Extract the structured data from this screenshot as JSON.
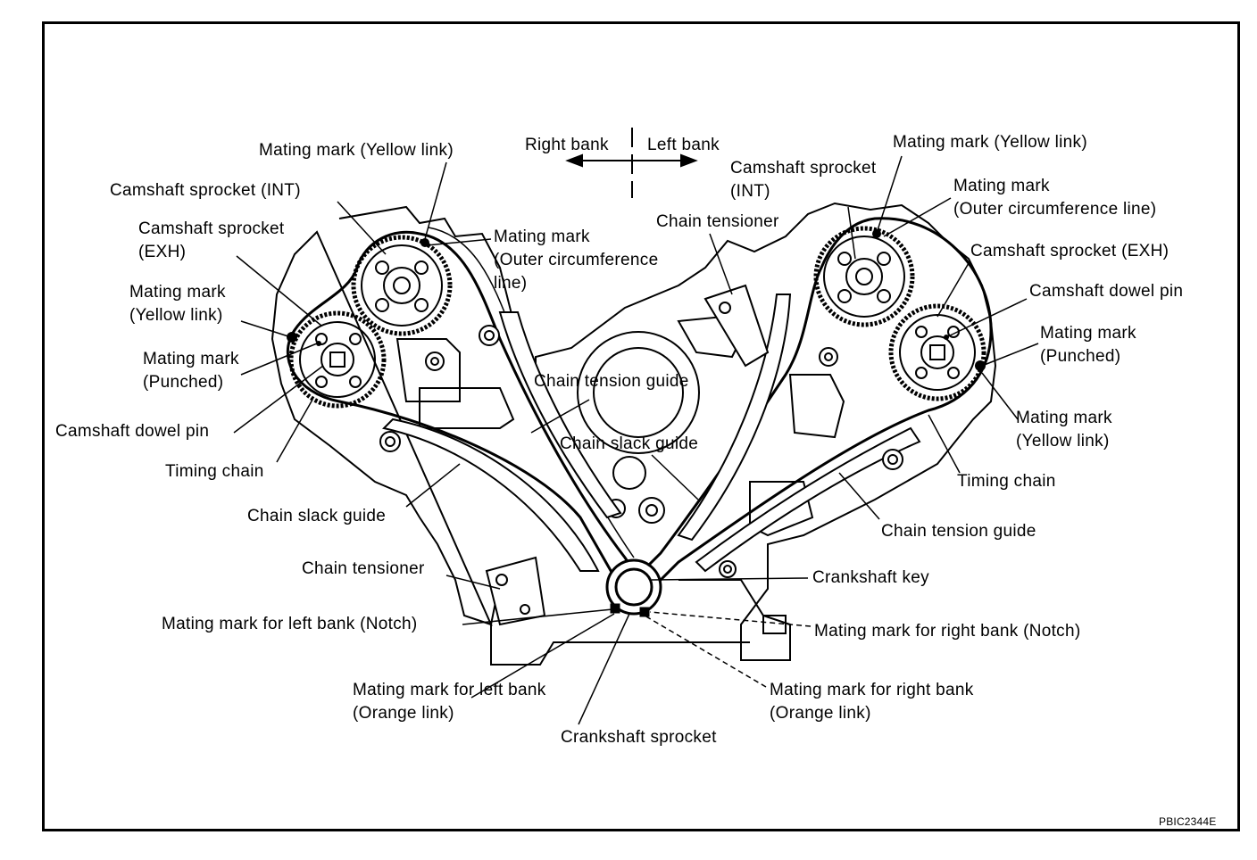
{
  "labels": {
    "direction_right": "Right bank",
    "direction_left": "Left bank",
    "r_mm_yellow_top": "Mating mark (Yellow link)",
    "r_cam_int": "Camshaft sprocket (INT)",
    "r_cam_exh": "Camshaft sprocket\n(EXH)",
    "r_mm_outer": "Mating mark\n(Outer circumference\nline)",
    "r_mm_yellow_side": "Mating mark\n(Yellow link)",
    "r_mm_punched": "Mating mark\n(Punched)",
    "r_dowel": "Camshaft dowel pin",
    "r_timing_chain": "Timing chain",
    "r_slack_guide": "Chain slack guide",
    "r_tensioner": "Chain tensioner",
    "c_tension_guide": "Chain tension guide",
    "c_slack_guide": "Chain slack guide",
    "c_tensioner": "Chain tensioner",
    "l_mm_yellow_top": "Mating mark (Yellow link)",
    "l_cam_int": "Camshaft sprocket\n(INT)",
    "l_mm_outer": "Mating mark\n(Outer circumference line)",
    "l_cam_exh": "Camshaft sprocket (EXH)",
    "l_dowel": "Camshaft dowel pin",
    "l_mm_punched": "Mating mark\n(Punched)",
    "l_mm_yellow_side": "Mating mark\n(Yellow link)",
    "l_timing_chain": "Timing chain",
    "l_tension_guide": "Chain tension guide",
    "crank_key": "Crankshaft key",
    "mm_left_notch": "Mating mark for left bank (Notch)",
    "mm_right_notch": "Mating mark for right bank (Notch)",
    "mm_left_orange": "Mating mark for left bank\n(Orange link)",
    "mm_right_orange": "Mating mark for right bank\n(Orange link)",
    "crank_sprocket": "Crankshaft sprocket"
  },
  "figure_code": "PBIC2344E"
}
